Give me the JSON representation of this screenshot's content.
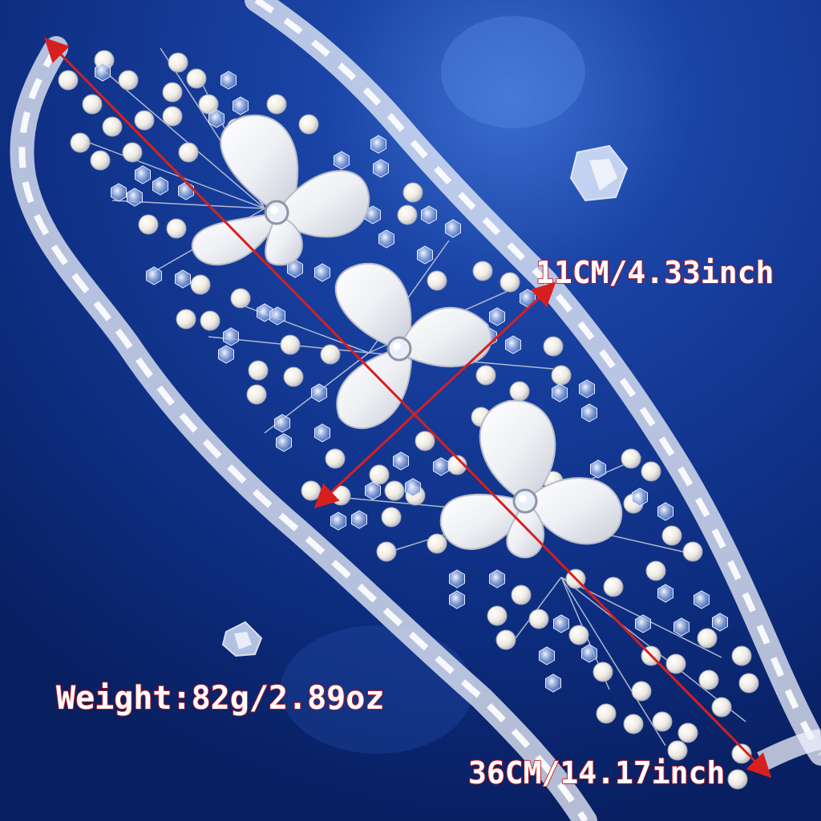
{
  "product": "bridal floral pearl sash belt",
  "annotations": {
    "width": "11CM/4.33inch",
    "weight": "Weight:82g/2.89oz",
    "length": "36CM/14.17inch"
  },
  "colors": {
    "background": "#0b2a78",
    "ribbon": "#f2f4fb",
    "petal": "#f4f5f8",
    "pearl": "#f5f1ea",
    "arrow": "#d62020",
    "label_outline": "#c81c1c"
  }
}
